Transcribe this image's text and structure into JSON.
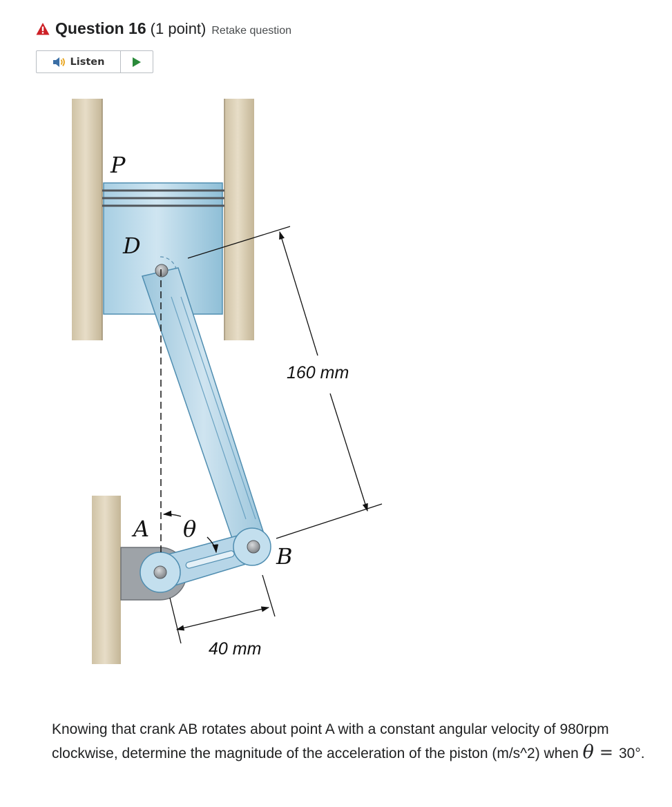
{
  "question": {
    "title": "Question 16",
    "points": "(1 point)",
    "retake_label": "Retake question"
  },
  "listen": {
    "label": "Listen"
  },
  "figure": {
    "label_P": "P",
    "label_D": "D",
    "label_A": "A",
    "label_B": "B",
    "label_theta": "θ",
    "dim_rod": "160 mm",
    "dim_crank": "40 mm"
  },
  "text": {
    "part1": "Knowing that crank AB rotates about point A with a constant angular velocity of 980rpm clockwise, determine the magnitude of the acceleration of the piston (m/s^2) when ",
    "theta": "θ",
    "equals": "=",
    "part2": "30°."
  },
  "colors": {
    "warning": "#cd2026",
    "play": "#2a8a3a",
    "speaker": "#3a6ea5"
  }
}
